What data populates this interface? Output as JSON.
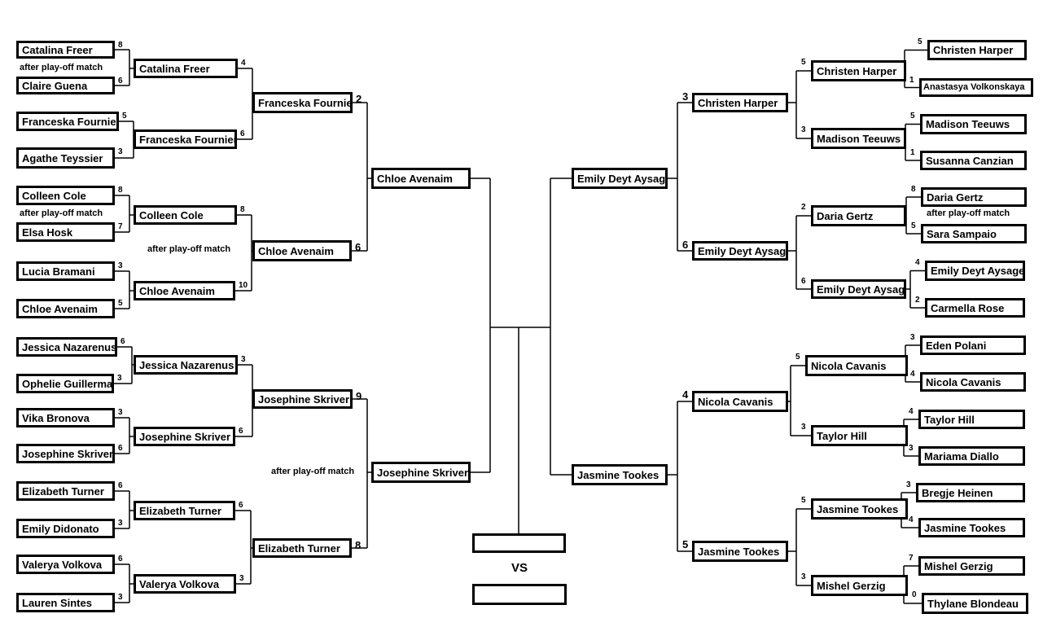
{
  "left": {
    "r1": [
      {
        "name": "Catalina Freer",
        "score": "8"
      },
      {
        "name": "Claire Guena",
        "score": "6"
      },
      {
        "name": "Franceska Fournier",
        "score": "5"
      },
      {
        "name": "Agathe Teyssier",
        "score": "3"
      },
      {
        "name": "Colleen Cole",
        "score": "8"
      },
      {
        "name": "Elsa Hosk",
        "score": "7"
      },
      {
        "name": "Lucia Bramani",
        "score": "3"
      },
      {
        "name": "Chloe Avenaim",
        "score": "5"
      },
      {
        "name": "Jessica Nazarenus",
        "score": "6"
      },
      {
        "name": "Ophelie Guillermand",
        "score": "3"
      },
      {
        "name": "Vika Bronova",
        "score": "3"
      },
      {
        "name": "Josephine Skriver",
        "score": "6"
      },
      {
        "name": "Elizabeth Turner",
        "score": "6"
      },
      {
        "name": "Emily Didonato",
        "score": "3"
      },
      {
        "name": "Valerya Volkova",
        "score": "6"
      },
      {
        "name": "Lauren Sintes",
        "score": "3"
      }
    ],
    "r2": [
      {
        "name": "Catalina Freer",
        "score": "4"
      },
      {
        "name": "Franceska Fournier",
        "score": "6"
      },
      {
        "name": "Colleen Cole",
        "score": "8"
      },
      {
        "name": "Chloe Avenaim",
        "score": "10"
      },
      {
        "name": "Jessica Nazarenus",
        "score": "3"
      },
      {
        "name": "Josephine Skriver",
        "score": "6"
      },
      {
        "name": "Elizabeth Turner",
        "score": "6"
      },
      {
        "name": "Valerya Volkova",
        "score": "3"
      }
    ],
    "r3": [
      {
        "name": "Franceska Fournier",
        "score": "2"
      },
      {
        "name": "Chloe Avenaim",
        "score": "6"
      },
      {
        "name": "Josephine Skriver",
        "score": "9"
      },
      {
        "name": "Elizabeth Turner",
        "score": "8"
      }
    ],
    "r4": [
      {
        "name": "Chloe Avenaim",
        "score": ""
      },
      {
        "name": "Josephine Skriver",
        "score": ""
      }
    ]
  },
  "right": {
    "r1": [
      {
        "name": "Christen Harper",
        "score": "5"
      },
      {
        "name": "Anastasya Volkonskaya",
        "score": "1"
      },
      {
        "name": "Madison Teeuws",
        "score": "5"
      },
      {
        "name": "Susanna Canzian",
        "score": "1"
      },
      {
        "name": "Daria Gertz",
        "score": "8"
      },
      {
        "name": "Sara Sampaio",
        "score": "5"
      },
      {
        "name": "Emily Deyt Aysage",
        "score": "4"
      },
      {
        "name": "Carmella Rose",
        "score": "2"
      },
      {
        "name": "Eden Polani",
        "score": "3"
      },
      {
        "name": "Nicola Cavanis",
        "score": "4"
      },
      {
        "name": "Taylor Hill",
        "score": "4"
      },
      {
        "name": "Mariama Diallo",
        "score": "3"
      },
      {
        "name": "Bregje Heinen",
        "score": "3"
      },
      {
        "name": "Jasmine Tookes",
        "score": "4"
      },
      {
        "name": "Mishel Gerzig",
        "score": "7"
      },
      {
        "name": "Thylane Blondeau",
        "score": "0"
      }
    ],
    "r2": [
      {
        "name": "Christen Harper",
        "score": "5"
      },
      {
        "name": "Madison Teeuws",
        "score": "3"
      },
      {
        "name": "Daria Gertz",
        "score": "2"
      },
      {
        "name": "Emily Deyt Aysage",
        "score": "6"
      },
      {
        "name": "Nicola Cavanis",
        "score": "5"
      },
      {
        "name": "Taylor Hill",
        "score": "3"
      },
      {
        "name": "Jasmine Tookes",
        "score": "5"
      },
      {
        "name": "Mishel Gerzig",
        "score": "3"
      }
    ],
    "r3": [
      {
        "name": "Christen Harper",
        "score": "3"
      },
      {
        "name": "Emily Deyt Aysage",
        "score": "6"
      },
      {
        "name": "Nicola Cavanis",
        "score": "4"
      },
      {
        "name": "Jasmine Tookes",
        "score": "5"
      }
    ],
    "r4": [
      {
        "name": "Emily Deyt Aysage",
        "score": ""
      },
      {
        "name": "Jasmine Tookes",
        "score": ""
      }
    ]
  },
  "notes": {
    "playoff_1": "after play-off match",
    "playoff_2": "after play-off match",
    "playoff_3": "after play-off match",
    "playoff_4": "after play-off match",
    "playoff_5": "after play-off match"
  },
  "final": {
    "vs_label": "VS",
    "slot_top": "",
    "slot_bottom": ""
  },
  "colors": {
    "line": "#000000",
    "box_bg": "#ffffff"
  }
}
